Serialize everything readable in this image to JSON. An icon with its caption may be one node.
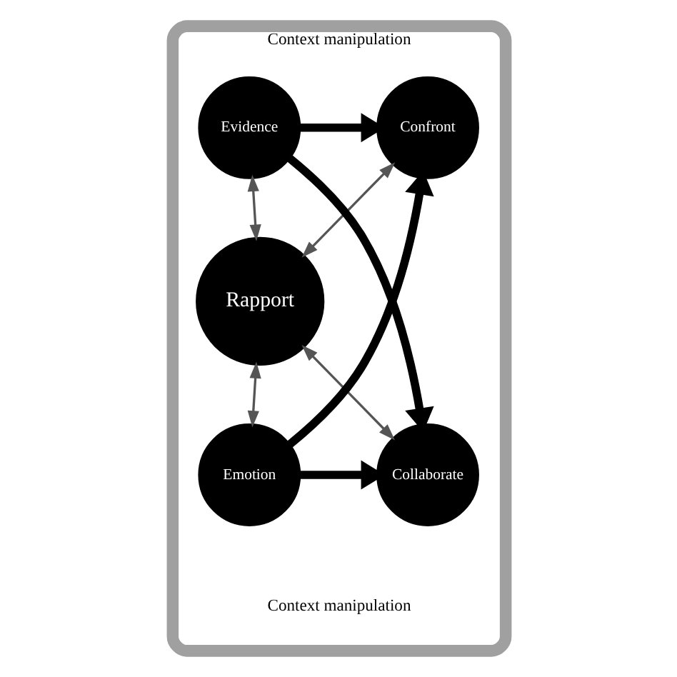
{
  "diagram": {
    "nodes": [
      {
        "text": [
          "Context manipulation",
          "Context manipulation"
        ]
      },
      {
        "text": [
          "Confront"
        ],
        "in": 0
      },
      {
        "text": [
          "Evidence"
        ],
        "in": 0
      },
      {
        "text": [
          "Rapport"
        ],
        "in": 0
      },
      {
        "text": [
          "Emotion"
        ],
        "in": 0
      },
      {
        "text": [
          "Collaborate"
        ],
        "in": 0
      }
    ],
    "edges": [
      {
        "from": 2,
        "to": 1,
        "arrow": "to",
        "style": "thick"
      },
      {
        "from": 1,
        "to": 3,
        "arrow": "both",
        "color": "#555555"
      },
      {
        "from": 2,
        "to": 3,
        "arrow": "both",
        "color": "#555555"
      },
      {
        "from": 4,
        "to": 1,
        "arrow": "to",
        "style": "thick"
      },
      {
        "from": 2,
        "to": 5,
        "arrow": "to",
        "style": "thick"
      },
      {
        "from": 3,
        "to": 4,
        "arrow": "both",
        "color": "#555555"
      },
      {
        "from": 3,
        "to": 5,
        "arrow": "both",
        "color": "#555555"
      },
      {
        "from": 4,
        "to": 5,
        "arrow": "to",
        "style": "thick"
      }
    ]
  }
}
